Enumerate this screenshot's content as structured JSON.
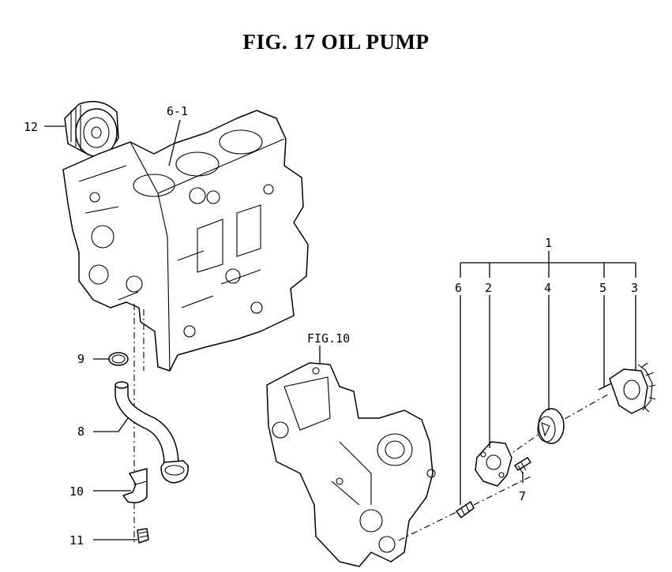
{
  "title": "FIG. 17  OIL PUMP",
  "callouts": {
    "c12": "12",
    "c6_1": "6-1",
    "c9": "9",
    "c8": "8",
    "c10": "10",
    "c11": "11",
    "c1": "1",
    "c6": "6",
    "c2": "2",
    "c4": "4",
    "c5": "5",
    "c3": "3",
    "c7": "7",
    "fig10": "FIG.10"
  }
}
